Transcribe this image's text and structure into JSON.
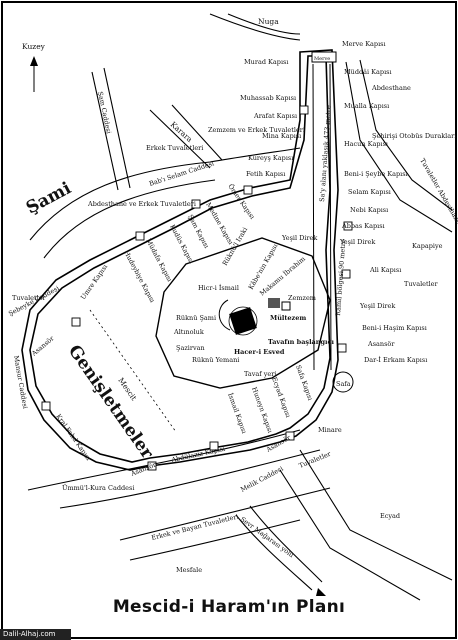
{
  "title": "Mescid-i Haram'ın Planı",
  "watermark": "Dalil-Alhaj.com",
  "north": "Kuzey",
  "areas": {
    "sami": "Şami",
    "genisletmeler": "Genişletmeler",
    "mescit": "Mescit"
  },
  "streets": {
    "nuga": "Nuga",
    "sam_caddesi": "Şam Caddesi",
    "karara": "Karara",
    "ummul_kura": "Ümmü'l-Kura Caddesi",
    "mesfale": "Mesfale",
    "seyr_magarasi": "Sevr Mağarası yolu",
    "esyad": "Ecyad",
    "mansur": "Mansur Caddesi",
    "sebeyke": "Şebeyke Caddesi",
    "malik": "Melik Caddesi",
    "tuvaletler_street": "Tuvaletler"
  },
  "doors": {
    "merve_gate": "Merve Kapısı",
    "muddai": "Müddâi Kapısı",
    "murad": "Murad Kapısı",
    "merve_box": "Merve",
    "muhassab": "Muhassab Kapısı",
    "arafat": "Arafat Kapısı",
    "mina": "Mina Kapısı",
    "kureys": "Kureyş Kapısı",
    "fetih": "Fetih Kapısı",
    "babus_selam": "Bab'ı Selam Caddesi",
    "umer": "Ömer Kapısı",
    "medine": "Medine Kapısı",
    "sam": "Şam Kapısı",
    "kudus": "Kudüs Kapısı",
    "mudafa": "Müdafa Kapısı",
    "hudeybiye": "Hudeybiye Kapısı",
    "umre": "Umre Kapısı",
    "kral_fahd": "Kral Fahd Kapısı",
    "abdulaziz": "Abdülaziz Kapısı",
    "ismail": "İsmail Kapısı",
    "hunyeyn": "Huneyn Kapısı",
    "ecyad": "Ecyad Kapısı",
    "safa": "Safa Kapısı",
    "beni_hasim": "Beni-i Haşim Kapısı",
    "dar_erkam": "Dar-İ Erkam Kapısı",
    "ali": "Ali Kapısı",
    "abbas": "Abbas Kapısı",
    "nebi": "Nebi Kapısı",
    "selam": "Selam Kapısı",
    "beni_seybe": "Beni-i Şeybe Kapısı",
    "hacun": "Hacun Kapısı",
    "mualla": "Mualla Kapısı",
    "abdesthane": "Abdesthane"
  },
  "features": {
    "zemzem_tuvaletleri": "Zemzem ve Erkek Tuvaletleri",
    "erkek_tuvaletleri": "Erkek Tuvaletleri",
    "abdesthane_erkek": "Abdesthane ve Erkek Tuvaletleri",
    "tuvaletler_left": "Tuvaletler",
    "tuvaletler_right": "Tuvaletler",
    "tuvaletler_top_right": "Tuvaletler Abdesthane",
    "tuvaletler_bottom": "Tuvaletler",
    "erkek_bayan": "Erkek ve Bayan Tuvaletleri",
    "kapasitye": "Kapapiye",
    "otobus": "Şehirişi Otobüs Durakları (Umre)",
    "asansor_1": "Asansör",
    "asansor_2": "Asansör",
    "asansor_3": "Asansör",
    "asansor_4": "Asansör",
    "yesil_direk_1": "Yeşil Direk",
    "yesil_direk_2": "Yeşil Direk",
    "yesil_direk_3": "Yeşil Direk",
    "say_alani": "Sa'y alanı yaklaşık 473 metre",
    "ramal": "Ramil bölgesi 90 metre",
    "safa_circle": "Safa",
    "minare": "Minare",
    "tavaf_yeri": "Tavaf yeri"
  },
  "kaaba_area": {
    "hicri_ismail": "Hicr-i İsmail",
    "ruknul_iraki": "Rüknü'l Iraki",
    "kabe_kapisi": "Kâbe'nin Kapısı",
    "makam_ibrahim": "Makamu İbrahim",
    "zemzem": "Zemzem",
    "multezem": "Mültezem",
    "ruknul_sam": "Rüknü Şami",
    "altinoluk": "Altınoluk",
    "sazirvan": "Şazirvan",
    "ruknul_yemani": "Rüknü Yemani",
    "hacer_esved": "Hacer-i Esved",
    "tavafin_baslangici": "Tavafın başlangıcı",
    "tavaf_yeri": "Tavaf yeri"
  }
}
